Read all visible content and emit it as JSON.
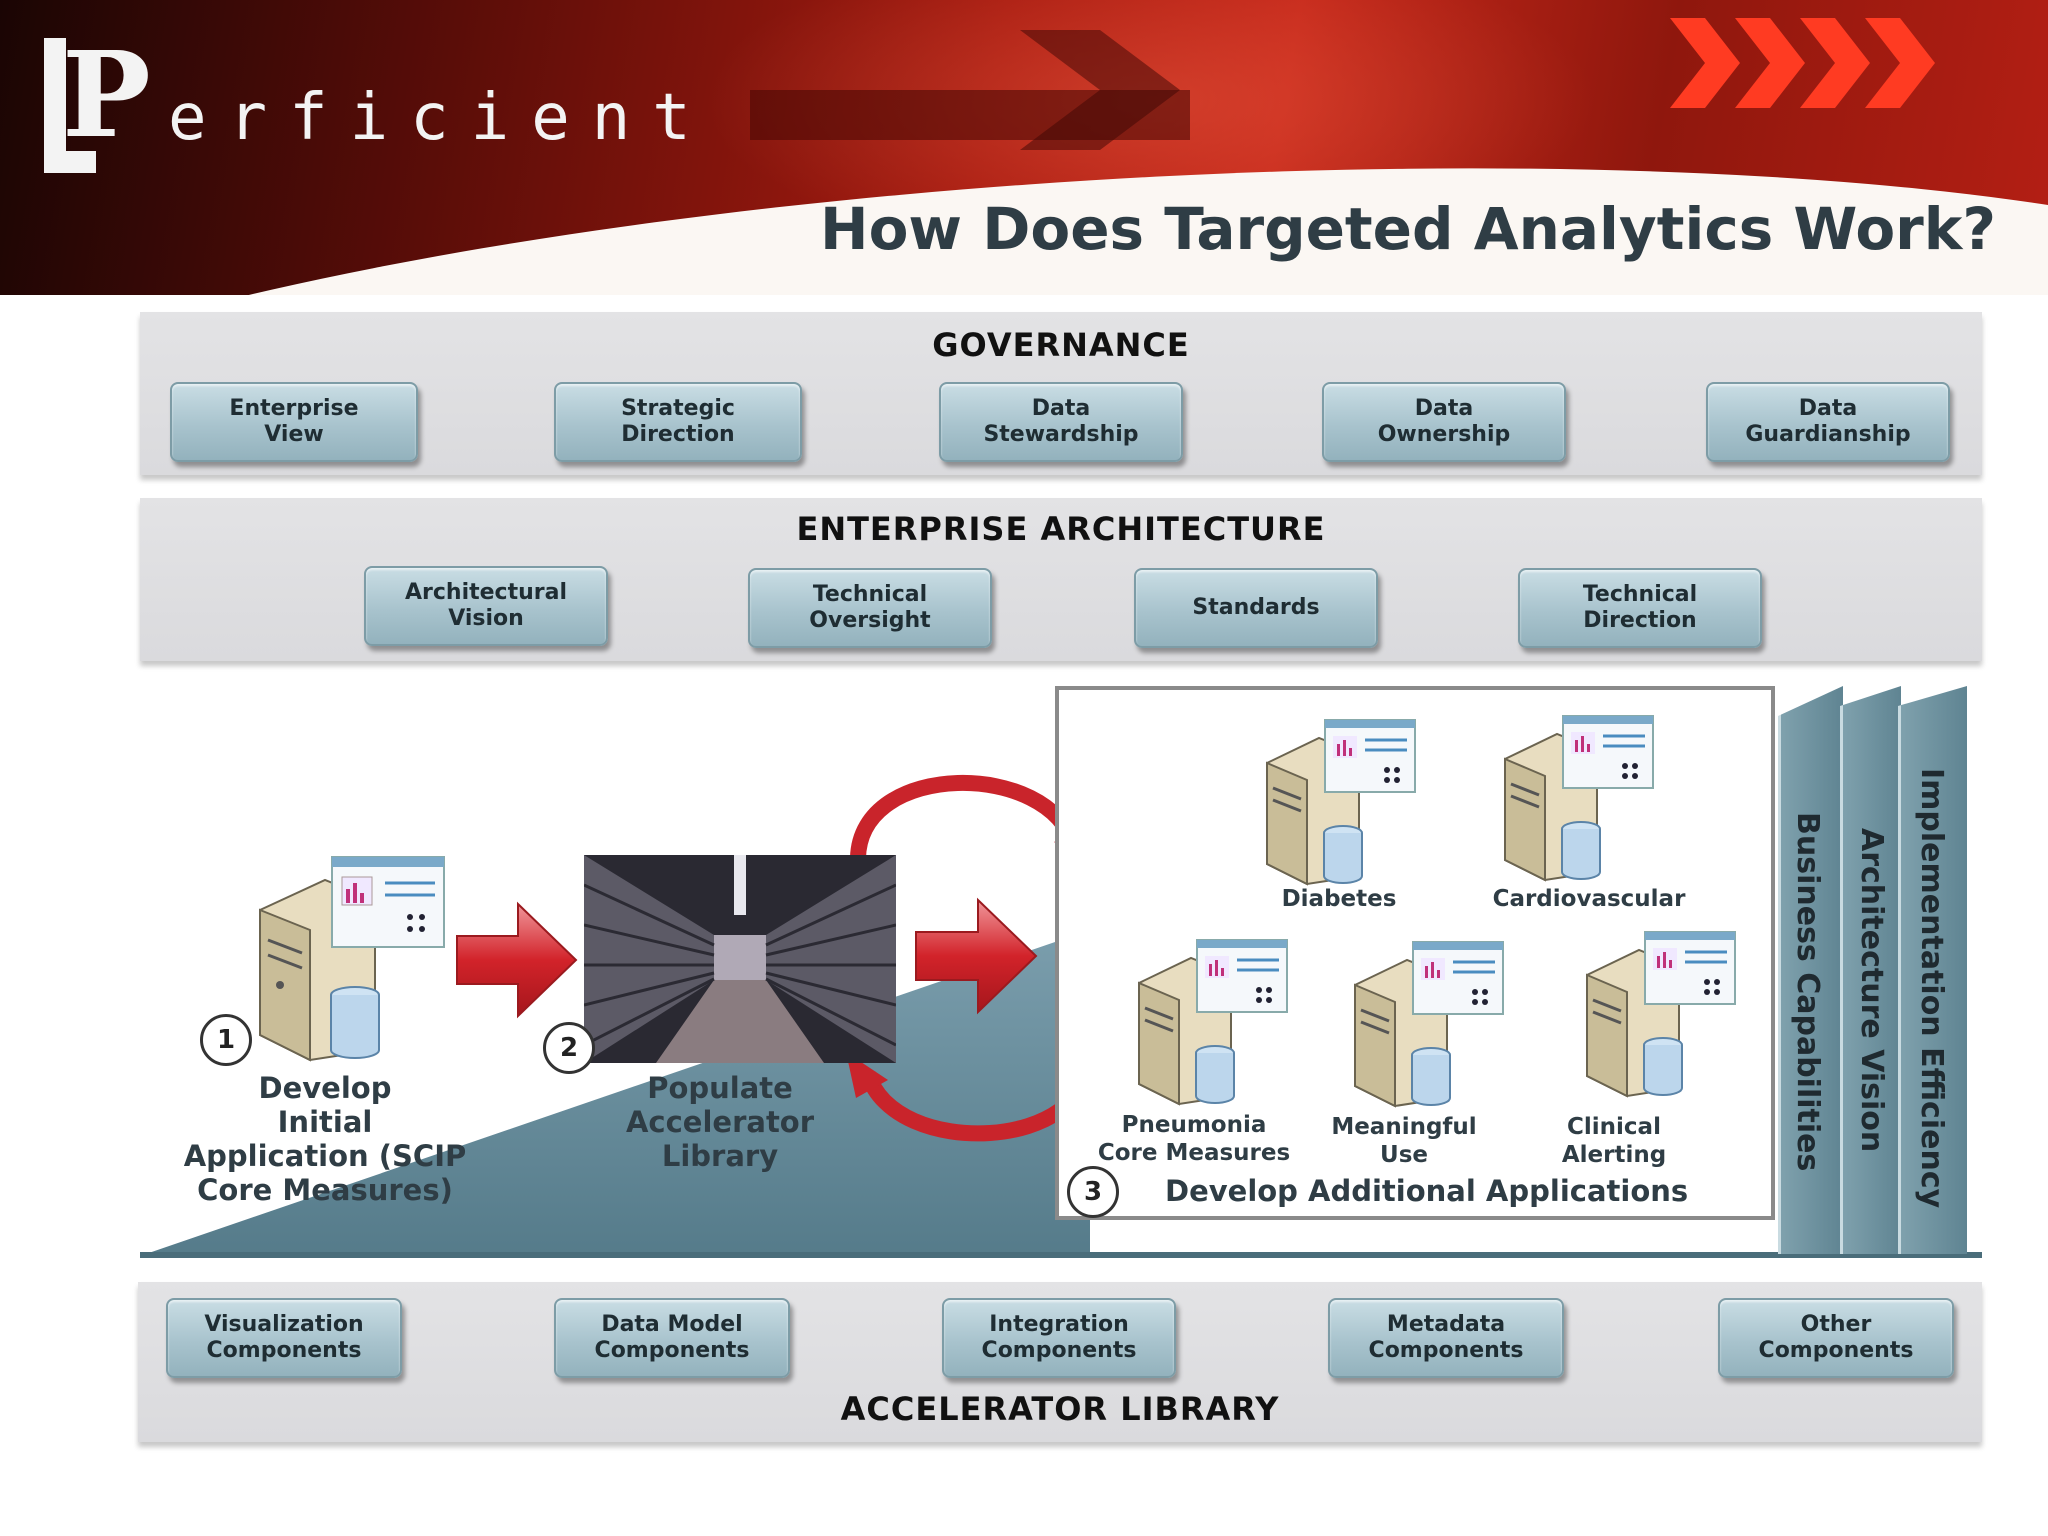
{
  "header": {
    "logo_initial": "P",
    "logo_rest": "erficient",
    "title": "How Does Targeted Analytics Work?"
  },
  "governance": {
    "title": "GOVERNANCE",
    "items": [
      "Enterprise\nView",
      "Strategic\nDirection",
      "Data\nStewardship",
      "Data\nOwnership",
      "Data\nGuardianship"
    ]
  },
  "enterprise_architecture": {
    "title": "ENTERPRISE ARCHITECTURE",
    "items": [
      "Architectural\nVision",
      "Technical\nOversight",
      "Standards",
      "Technical\nDirection"
    ]
  },
  "steps": [
    {
      "number": "1",
      "label": "Develop\nInitial\nApplication (SCIP\nCore Measures)"
    },
    {
      "number": "2",
      "label": "Populate\nAccelerator\nLibrary"
    },
    {
      "number": "3",
      "label": "Develop Additional Applications"
    }
  ],
  "applications": [
    "Diabetes",
    "Cardiovascular",
    "Pneumonia\nCore Measures",
    "Meaningful\nUse",
    "Clinical\nAlerting"
  ],
  "vertical_bands": [
    "Business Capabilities",
    "Architecture Vision",
    "Implementation Efficiency"
  ],
  "accelerator_library": {
    "title": "ACCELERATOR LIBRARY",
    "items": [
      "Visualization\nComponents",
      "Data Model\nComponents",
      "Integration\nComponents",
      "Metadata\nComponents",
      "Other\nComponents"
    ]
  },
  "colors": {
    "header_red": "#a71b10",
    "title_slate": "#2f3d45",
    "ramp_blue": "#6a8e9c",
    "arrow_red": "#d2232a"
  }
}
